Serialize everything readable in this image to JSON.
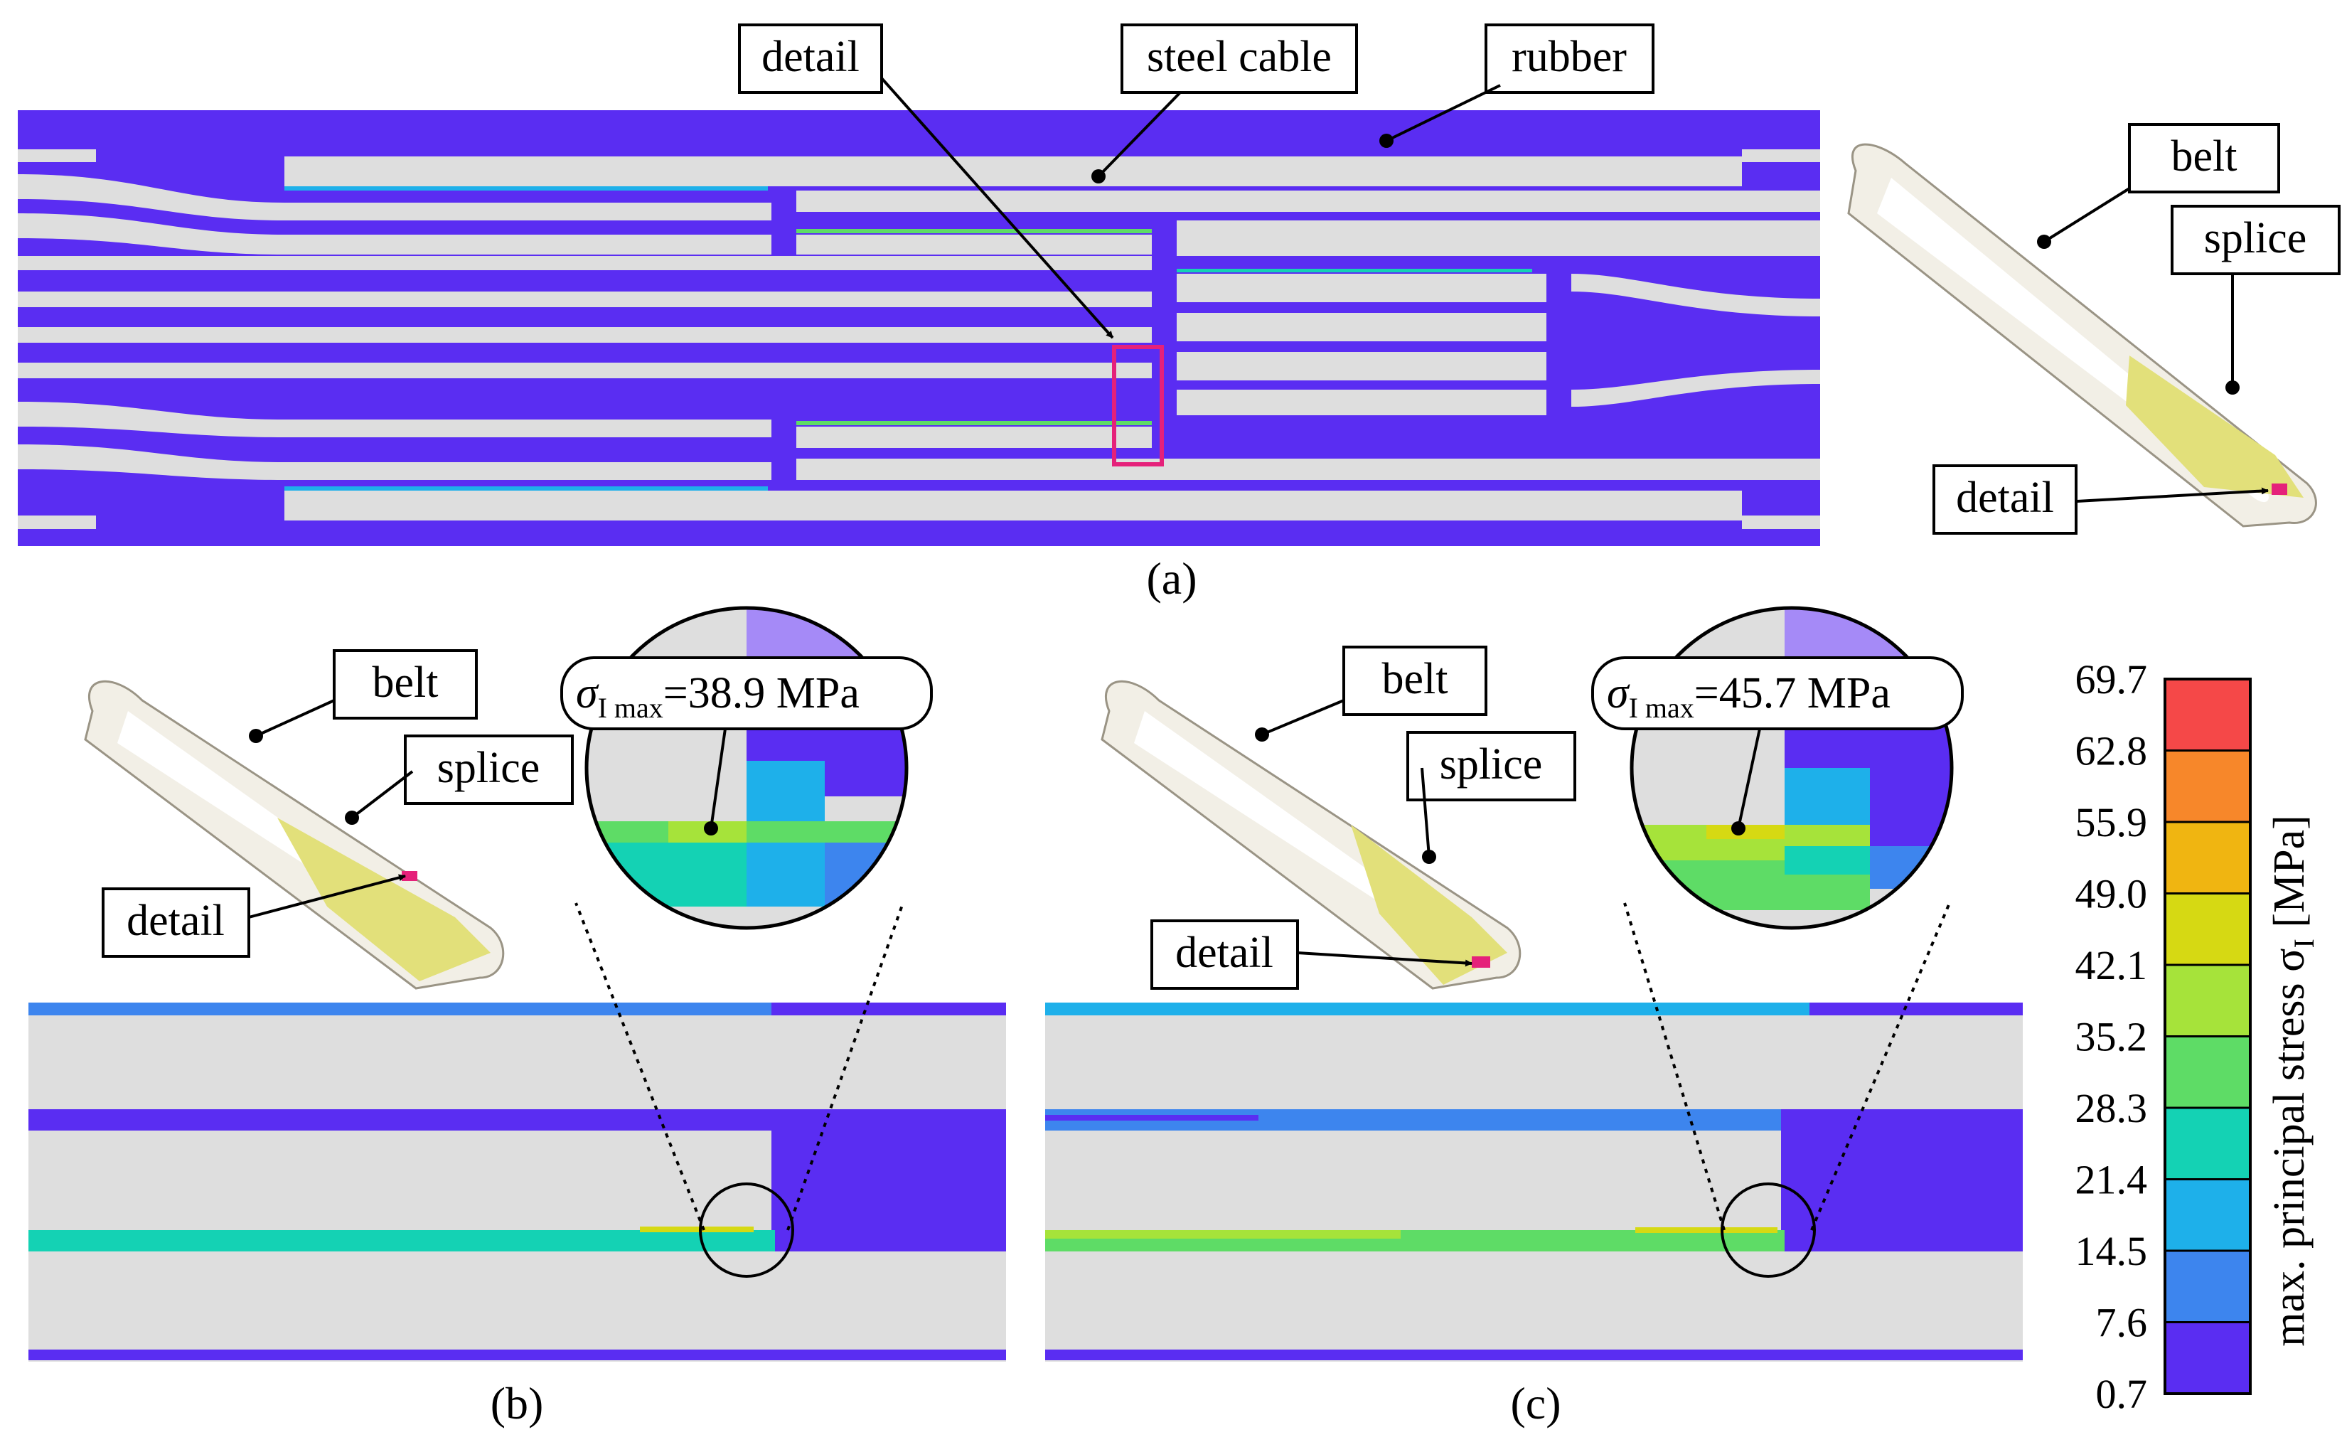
{
  "panel_a": {
    "caption": "(a)",
    "labels": {
      "detail": "detail",
      "steel_cable": "steel cable",
      "rubber": "rubber"
    },
    "inset_labels": {
      "belt": "belt",
      "splice": "splice",
      "detail": "detail"
    }
  },
  "panel_b": {
    "caption": "(b)",
    "labels": {
      "belt": "belt",
      "splice": "splice",
      "detail": "detail"
    },
    "sigma_label": "=38.9 MPa"
  },
  "panel_c": {
    "caption": "(c)",
    "labels": {
      "belt": "belt",
      "splice": "splice",
      "detail": "detail"
    },
    "sigma_label": "=45.7 MPa"
  },
  "sigma_symbol": "σ",
  "sigma_sub": "I max",
  "colorbar": {
    "title": "max. principal stress σ",
    "title_sub": "I",
    "title_unit": " [MPa]",
    "ticks": [
      "69.7",
      "62.8",
      "55.9",
      "49.0",
      "42.1",
      "35.2",
      "28.3",
      "21.4",
      "14.5",
      "7.6",
      "0.7"
    ],
    "colors": [
      "#f54848",
      "#f7872a",
      "#f0b511",
      "#d6d913",
      "#a6e33a",
      "#5edc66",
      "#14d2b4",
      "#1eb0ea",
      "#3d85ee",
      "#5a2df2"
    ]
  },
  "colors": {
    "rubber": "#5a2df2",
    "steel": "#dedede",
    "marker": "#e5217a",
    "belt": "#ddd8c2",
    "splice": "#e2e07a"
  }
}
